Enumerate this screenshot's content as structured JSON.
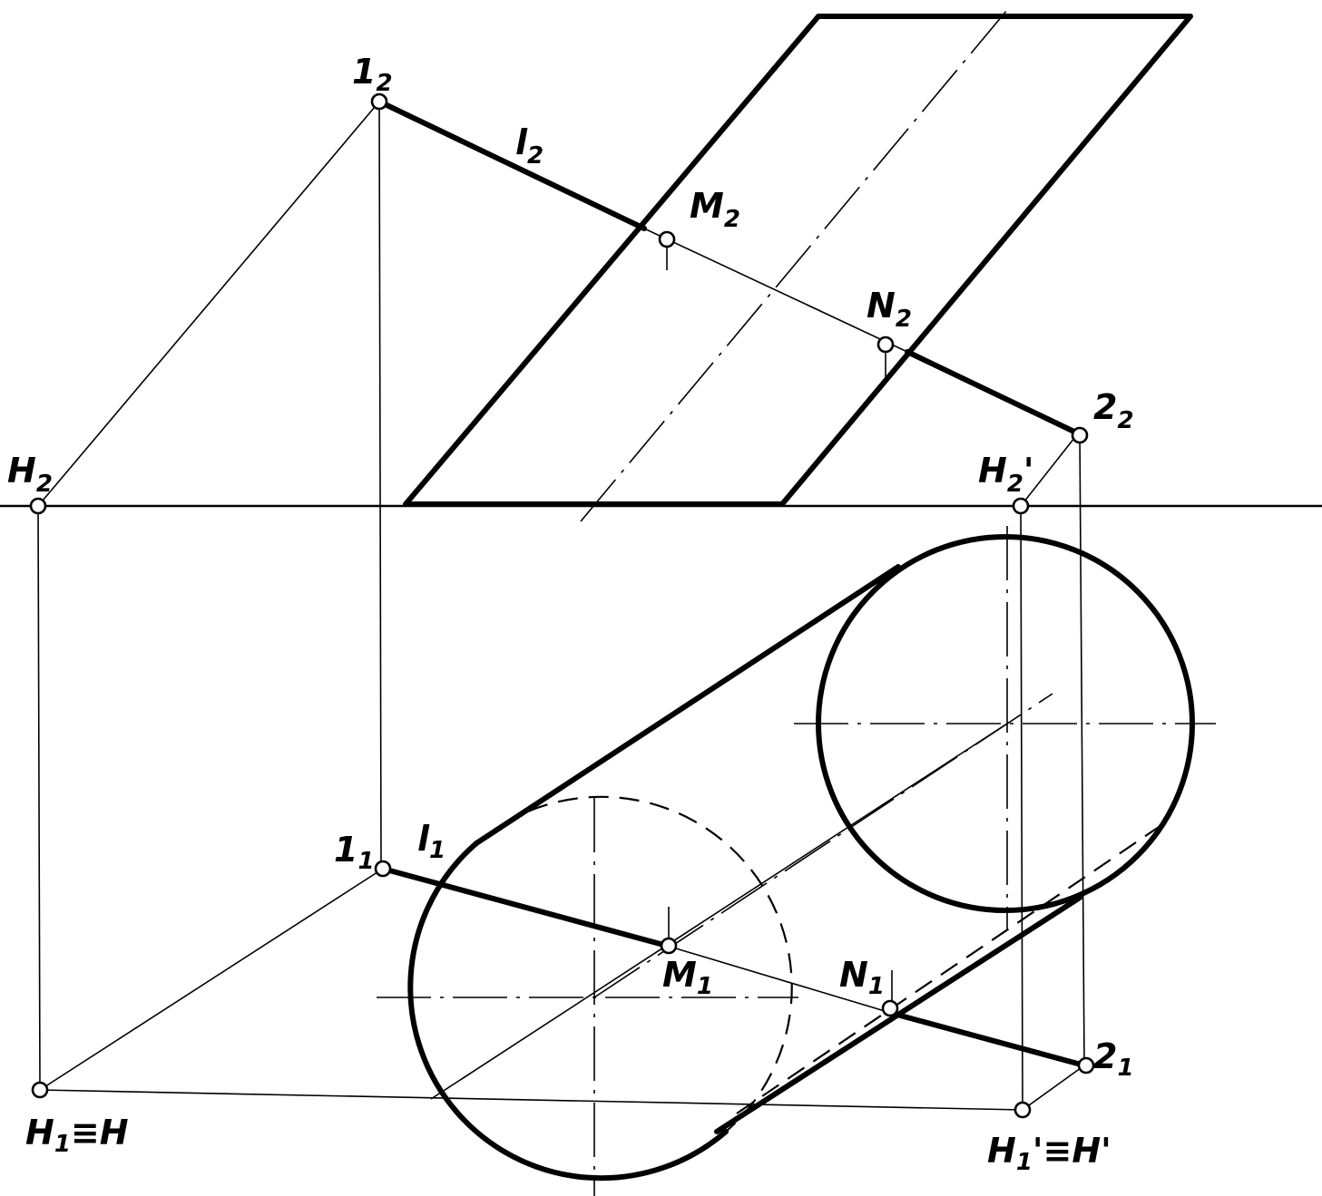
{
  "labels": {
    "p1_2": {
      "main": "1",
      "sub": "2"
    },
    "l_2": {
      "main": "l",
      "sub": "2"
    },
    "M_2": {
      "main": "M",
      "sub": "2"
    },
    "N_2": {
      "main": "N",
      "sub": "2"
    },
    "p2_2": {
      "main": "2",
      "sub": "2"
    },
    "H_2": {
      "main": "H",
      "sub": "2"
    },
    "H2p": {
      "main": "H",
      "sub": "2",
      "tail": "'"
    },
    "p1_1": {
      "main": "1",
      "sub": "1"
    },
    "l_1": {
      "main": "l",
      "sub": "1"
    },
    "M_1": {
      "main": "M",
      "sub": "1"
    },
    "N_1": {
      "main": "N",
      "sub": "1"
    },
    "p2_1": {
      "main": "2",
      "sub": "1"
    },
    "H1H": {
      "main": "H",
      "sub": "1",
      "tail": "≡H"
    },
    "H1pHp": {
      "main": "H",
      "sub": "1",
      "tail": "'≡H'"
    }
  }
}
